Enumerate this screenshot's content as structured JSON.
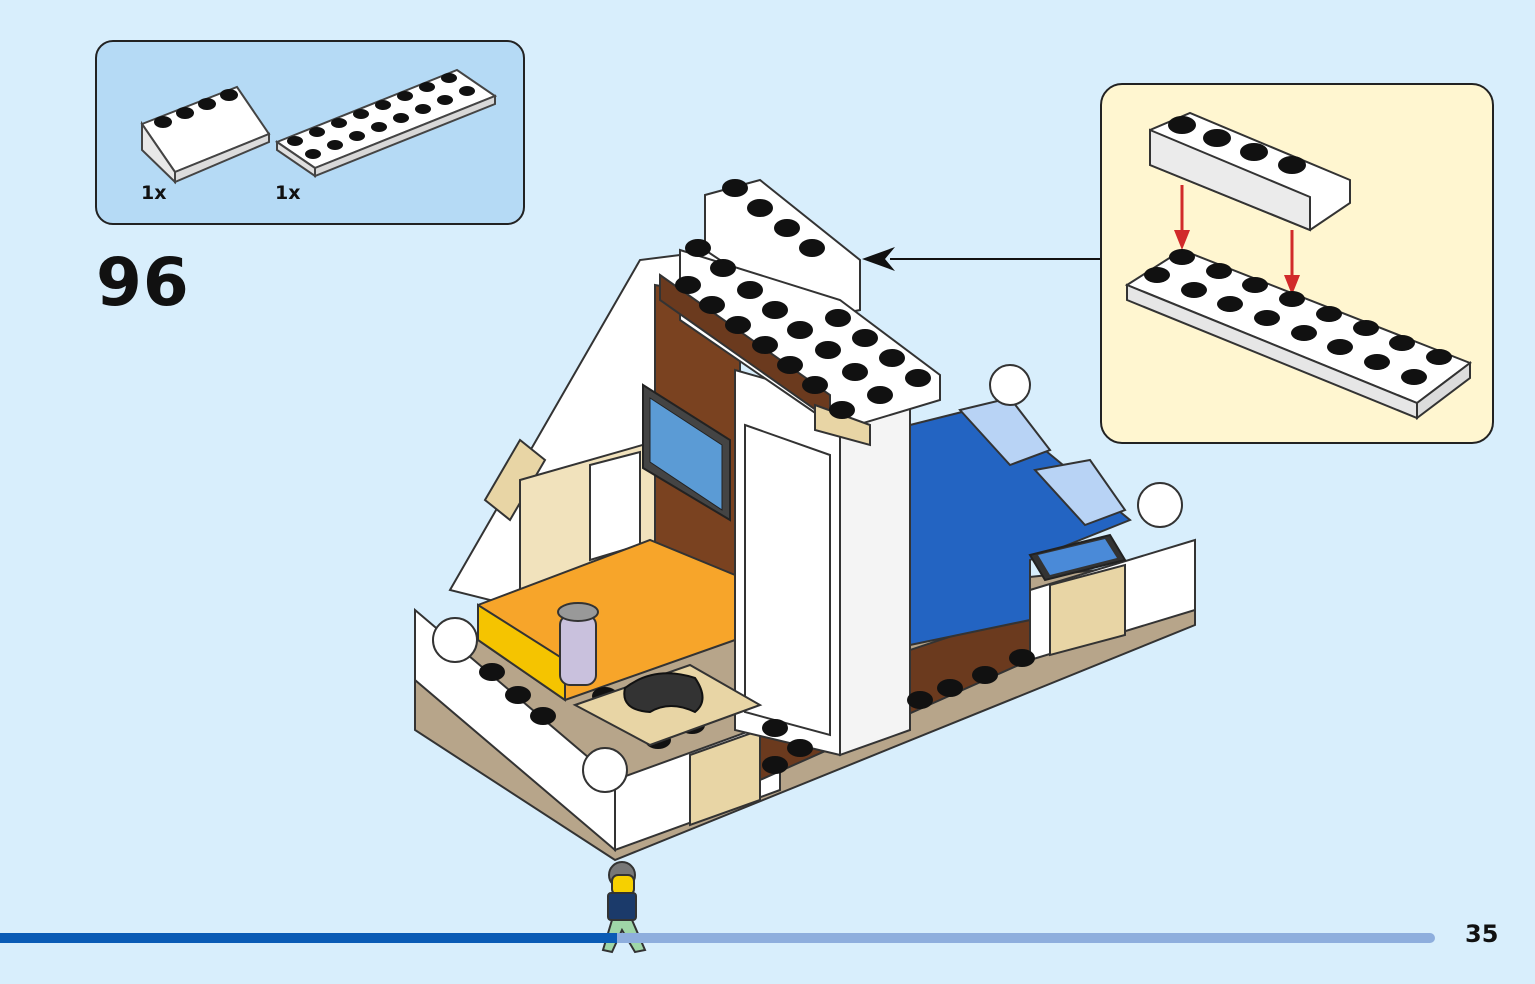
{
  "parts": {
    "items": [
      {
        "name": "slope-brick-1x4",
        "count": "1x"
      },
      {
        "name": "plate-2x8",
        "count": "1x"
      }
    ]
  },
  "step": {
    "number": "96"
  },
  "page": {
    "number": "35"
  },
  "progress": {
    "fraction": 0.43
  },
  "colors": {
    "background": "#d8eefc",
    "parts_box": "#b5daf5",
    "callout": "#fff6d0",
    "progress_fill": "#0a5bb5",
    "progress_track": "#8eaedd",
    "arrow_red": "#d12a2a"
  }
}
